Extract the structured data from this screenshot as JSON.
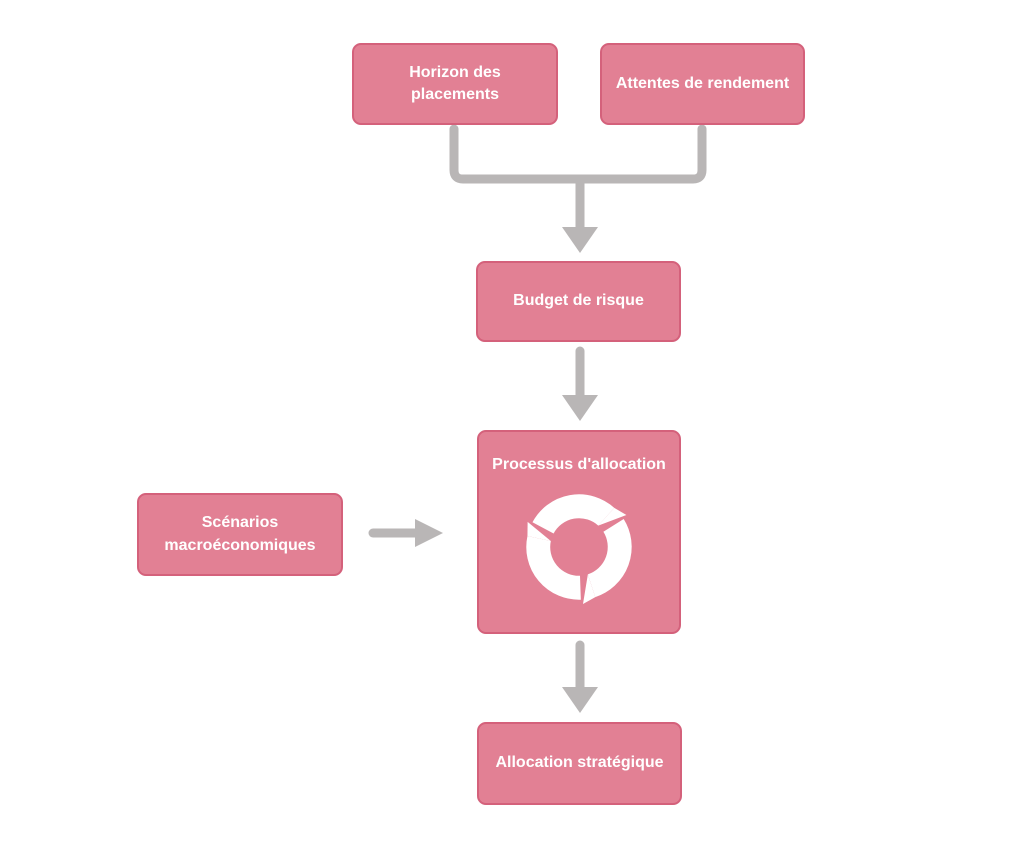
{
  "colors": {
    "canvas_bg": "#ffffff",
    "node_fill": "#e28094",
    "node_border": "#d4617b",
    "node_text": "#ffffff",
    "connector": "#b9b6b6"
  },
  "nodes": [
    {
      "id": "horizon-des-placements",
      "label": "Horizon des placements"
    },
    {
      "id": "attentes-de-rendement",
      "label": "Attentes de rendement"
    },
    {
      "id": "budget-de-risque",
      "label": "Budget de risque"
    },
    {
      "id": "processus-allocation",
      "label": "Processus d'allocation",
      "icon": "cycle-arrows-icon"
    },
    {
      "id": "scenarios-macroeconomiques",
      "label": "Scénarios macroéconomiques"
    },
    {
      "id": "allocation-strategique",
      "label": "Allocation stratégique"
    }
  ],
  "edges": [
    {
      "from": "horizon-des-placements",
      "to": "budget-de-risque",
      "type": "merge-arrow"
    },
    {
      "from": "attentes-de-rendement",
      "to": "budget-de-risque",
      "type": "merge-arrow"
    },
    {
      "from": "budget-de-risque",
      "to": "processus-allocation",
      "type": "arrow"
    },
    {
      "from": "scenarios-macroeconomiques",
      "to": "processus-allocation",
      "type": "arrow"
    },
    {
      "from": "processus-allocation",
      "to": "allocation-strategique",
      "type": "arrow"
    }
  ]
}
